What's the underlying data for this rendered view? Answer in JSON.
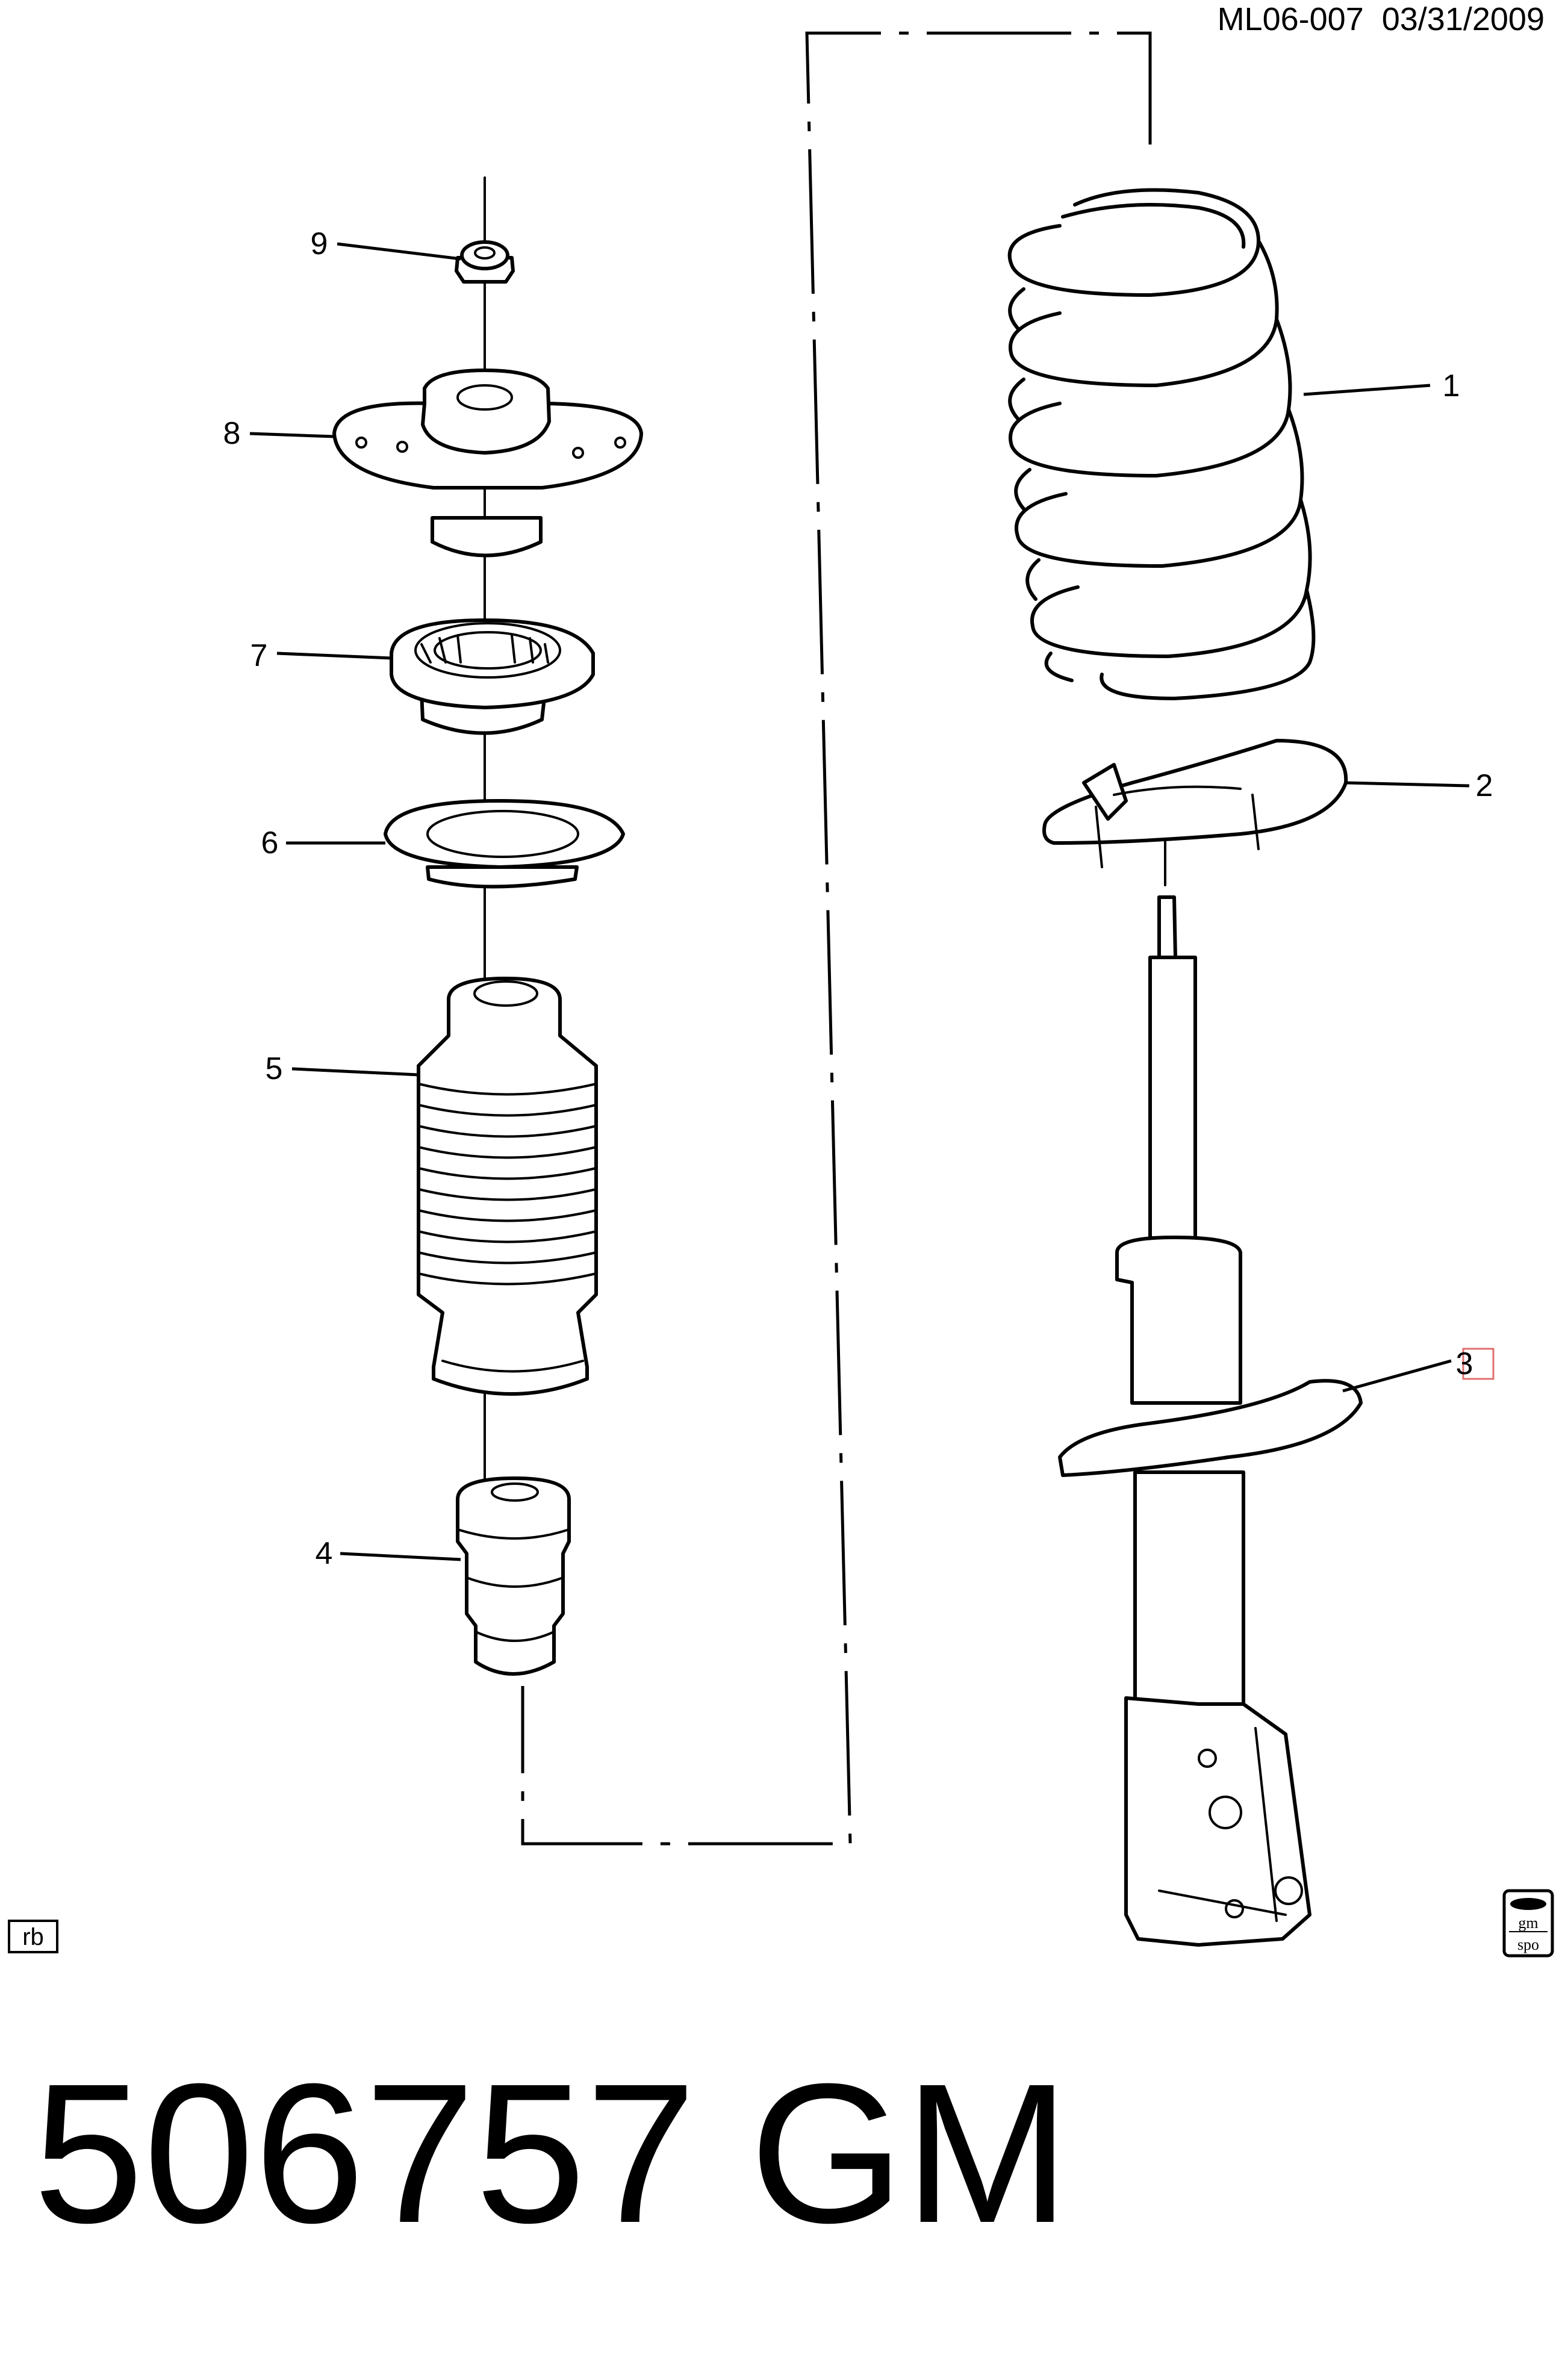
{
  "header": {
    "drawing_id": "ML06-007",
    "date": "03/31/2009"
  },
  "callouts": {
    "c1": "1",
    "c2": "2",
    "c3": "3",
    "c4": "4",
    "c5": "5",
    "c6": "6",
    "c7": "7",
    "c8": "8",
    "c9": "9"
  },
  "corner_labels": {
    "rb": "rb",
    "logo_top": "gm",
    "logo_bottom": "spo"
  },
  "footer": {
    "part_number": "506757",
    "brand": "GM"
  }
}
